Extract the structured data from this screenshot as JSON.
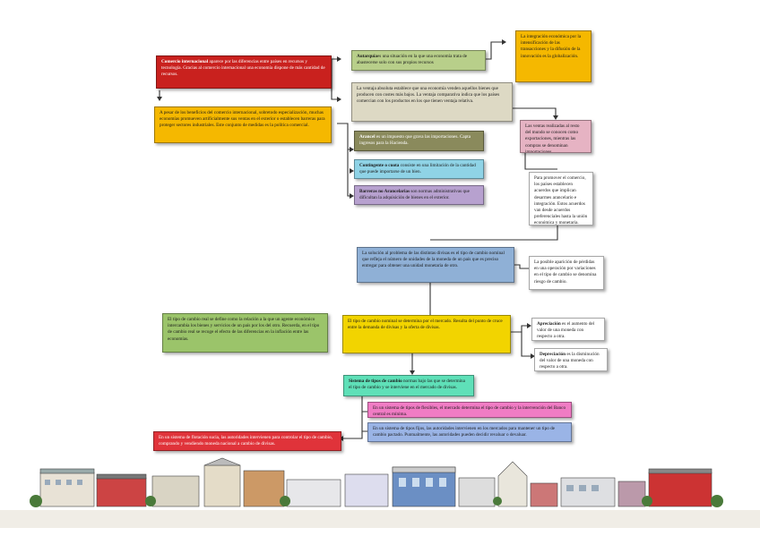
{
  "boxes": {
    "comercio": {
      "pre": "",
      "bold": "Comercio internacional",
      "post": " aparece por las diferencias entre países en recursos y tecnología. Gracias al comercio internacional una economía dispone de más cantidad de recursos."
    },
    "especializacion": {
      "text": "A pesar de los beneficios del comercio internacional, sobretodo especialización, muchas economías promueven artificialmente sus ventas en el exterior o establecen barreras para proteger sectores industriales. Este conjunto de medidas es la política comercial."
    },
    "autarquia": {
      "bold": "Autarquía",
      "post": "es una situación en la que una economía trata de abastecerse solo con sus propios recursos"
    },
    "integracion": {
      "text": "La integración económica por la intensificación de las transacciones y la difusión de la innovación es la globalización."
    },
    "ventaja": {
      "text": "La ventaja absoluta establece que una economía venden aquellos bienes que producen con costes más bajos. La ventaja comparativa indica que los países comercian con los productos en los que tienen ventaja relativa."
    },
    "arancel": {
      "bold": "Arancel",
      "post": " es un impuesto que grava las importaciones. Capta ingresos para la Hacienda."
    },
    "contingente": {
      "bold": "Contingente o cuota",
      "post": " consiste en una limitación de la cantidad que puede importarse de un bien."
    },
    "barreras": {
      "bold": "Barreras no Arancelarias",
      "post": " son normas administrativas que dificultan la adquisición de bienes en el exterior."
    },
    "ventas": {
      "text": "Las ventas realizadas al resto del mundo se conocen como exportaciones, mientras las compras se denominan importaciones."
    },
    "acuerdos": {
      "text": "Para promover el comercio, los países establecen acuerdos que implican desarmes arancelario e integración. Estos acuerdos van desde acuerdos preferenciales hasta la unión económica y monetaria."
    },
    "solucion": {
      "text": "La solución al problema de las distintas divisas es el tipo de cambio nominal que refleja el número de unidades de la moneda de un país que es preciso entregar para obtener una unidad monetaria de otro."
    },
    "riesgo": {
      "text": "La posible aparición de pérdidas en una operación por variaciones en el tipo de cambio se denomina riesgo de cambio."
    },
    "real": {
      "text": "El tipo de cambio real se define como la relación a la que un agente económico intercambia los bienes y servicios de un país por los del otro. Recuerda, en el tipo de cambio real se recoge el efecto de las diferencias en la inflación entre las economías."
    },
    "nominal": {
      "text": "El tipo de cambio nominal se determina por el mercado. Resulta del punto de cruce entre la demanda de divisas y la oferta de divisas."
    },
    "apreciacion": {
      "bold": "Apreciación",
      "post": " es el aumento del valor de una moneda con respecto a otra."
    },
    "depreciacion": {
      "bold": "Depreciación",
      "post": " es la disminución del valor de una moneda con respecto a otra."
    },
    "sistema": {
      "bold": "Sistema de tipos de cambio",
      "post": " normas bajo las que se determina el tipo de cambio y se interviene en el mercado de divisas."
    },
    "flexibles": {
      "text": "En un sistema de tipos de flexibles, el mercado determina el tipo de cambio y la intervención del Banco central es mínima."
    },
    "fijos": {
      "text": "En un sistema de tipos fijos, las autoridades intervienen en los mercados para mantener un tipo de cambio pactado. Puntualmente, las autoridades pueden decidir revaluar o devaluar."
    },
    "flotacion": {
      "text": "En un sistema de flotación sucia, las autoridades intervienen para controlar el tipo de cambio, comprando y vendiendo moneda nacional a cambio de divisas."
    }
  },
  "colors": {
    "accent_red": "#c9211e",
    "orange": "#f5b800",
    "steel": "#8fb0d6"
  }
}
